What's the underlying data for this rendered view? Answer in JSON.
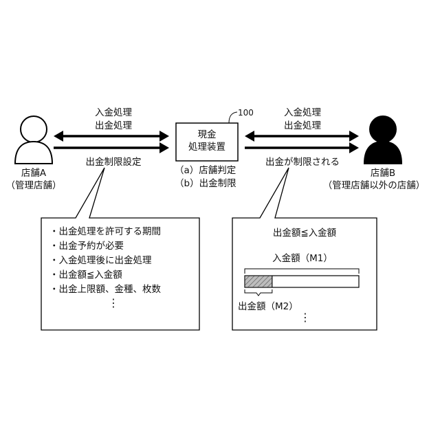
{
  "store_a": {
    "name": "店舗A",
    "role": "（管理店舗）"
  },
  "store_b": {
    "name": "店舗B",
    "role": "（管理店舗以外の店舗）"
  },
  "device": {
    "line1": "現金",
    "line2": "処理装置",
    "ref": "100",
    "func1": "（a）店舗判定",
    "func2": "（b）出金制限"
  },
  "left_arrows": {
    "top_label_1": "入金処理",
    "top_label_2": "出金処理",
    "bottom_label": "出金制限設定"
  },
  "right_arrows": {
    "top_label_1": "入金処理",
    "top_label_2": "出金処理",
    "bottom_label": "出金が制限される"
  },
  "left_callout": {
    "items": [
      "・出金処理を許可する期間",
      "・出金予約が必要",
      "・入金処理後に出金処理",
      "・出金額≦入金額",
      "・出金上限額、金種、枚数"
    ],
    "ellipsis": "⋮"
  },
  "right_callout": {
    "condition": "出金額≦入金額",
    "deposit_label": "入金額（M1）",
    "withdraw_label": "出金額（M2）",
    "ellipsis": "⋮",
    "withdraw_fraction": 0.24
  }
}
